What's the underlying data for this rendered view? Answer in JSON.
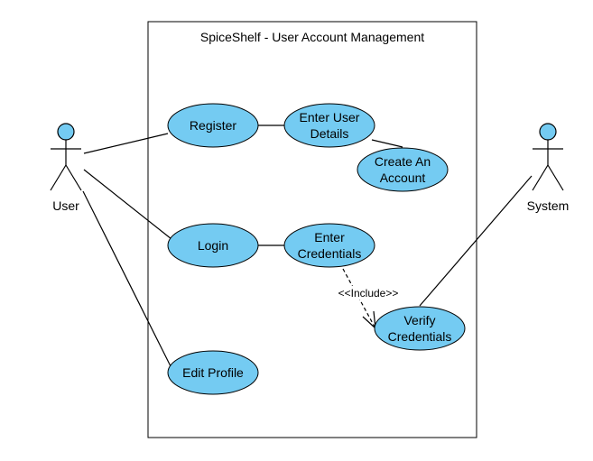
{
  "diagram": {
    "title": "SpiceShelf -  User Account Management",
    "actors": {
      "user": "User",
      "system": "System"
    },
    "use_cases": {
      "register": "Register",
      "enter_user_details_line1": "Enter User",
      "enter_user_details_line2": "Details",
      "create_account_line1": "Create An",
      "create_account_line2": "Account",
      "login": "Login",
      "enter_credentials_line1": "Enter",
      "enter_credentials_line2": "Credentials",
      "verify_credentials_line1": "Verify",
      "verify_credentials_line2": "Credentials",
      "edit_profile": "Edit Profile"
    },
    "relationships": {
      "include_label": "<<Include>>"
    },
    "colors": {
      "use_case_fill": "#74cbf2",
      "actor_fill": "#74cbf2",
      "stroke": "#000000"
    }
  }
}
